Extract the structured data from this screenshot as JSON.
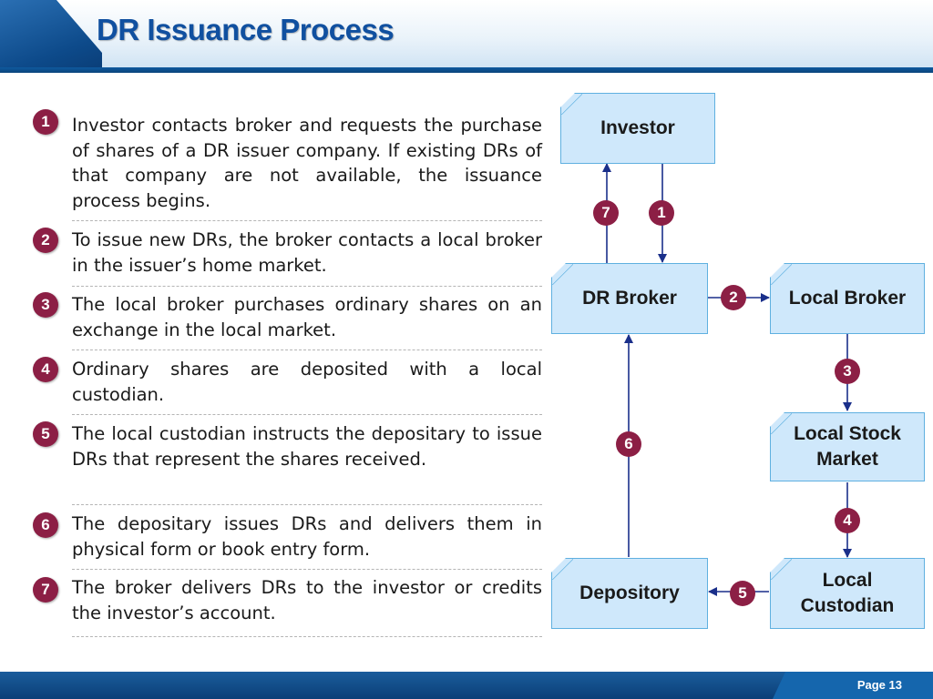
{
  "header": {
    "title": "DR Issuance Process"
  },
  "footer": {
    "page": "Page 13"
  },
  "steps": [
    {
      "num": "1",
      "text": "Investor contacts broker and requests the purchase of shares of a DR issuer company. If existing DRs of that company are not available, the issuance process begins."
    },
    {
      "num": "2",
      "text": "To issue new DRs, the broker contacts a local broker in the issuer’s home market."
    },
    {
      "num": "3",
      "text": "The local broker purchases ordinary shares on an exchange in the local market."
    },
    {
      "num": "4",
      "text": "Ordinary shares are deposited with a local custodian."
    },
    {
      "num": "5",
      "text": "The local custodian instructs the depositary to issue DRs that represent the shares received."
    },
    {
      "num": "6",
      "text": "The depositary issues DRs and delivers them in physical form or book entry form."
    },
    {
      "num": "7",
      "text": "The broker delivers DRs to the investor or credits the investor’s account."
    }
  ],
  "diagram": {
    "nodes": {
      "investor": "Investor",
      "dr_broker": "DR Broker",
      "local_broker": "Local Broker",
      "local_stock_market": "Local Stock Market",
      "local_custodian": "Local Custodian",
      "depository": "Depository"
    },
    "flow_labels": {
      "f1": "1",
      "f2": "2",
      "f3": "3",
      "f4": "4",
      "f5": "5",
      "f6": "6",
      "f7": "7"
    },
    "colors": {
      "node_fill": "#cfe8fb",
      "node_border": "#5fb0e0",
      "badge": "#8c1f45",
      "arrow": "#1a2f8a"
    }
  }
}
